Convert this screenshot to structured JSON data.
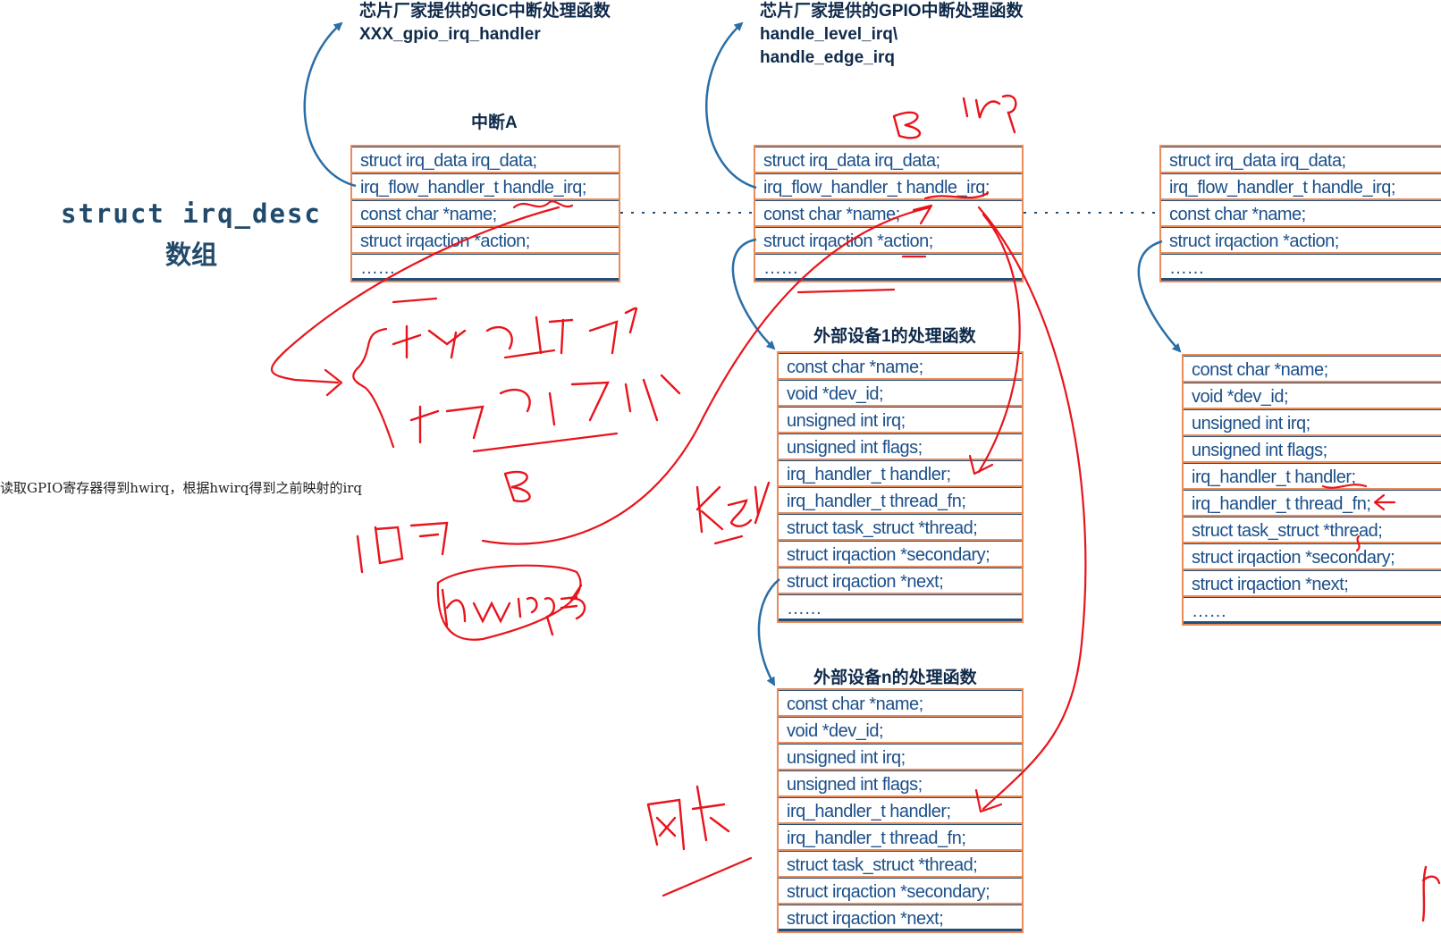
{
  "title": {
    "line1": "struct irq_desc",
    "line2": "数组"
  },
  "note": "读取GPIO寄存器得到hwirq，根据hwirq得到之前映射的irq",
  "labels": {
    "gic_header": "芯片厂家提供的GIC中断处理函数",
    "gic_handler": "XXX_gpio_irq_handler",
    "gpio_header": "芯片厂家提供的GPIO中断处理函数",
    "gpio_handler1": "handle_level_irq\\",
    "gpio_handler2": "handle_edge_irq",
    "irq_a": "中断A",
    "dev1": "外部设备1的处理函数",
    "devn": "外部设备n的处理函数"
  },
  "desc_fields": [
    "struct irq_data irq_data;",
    "irq_flow_handler_t handle_irq;",
    "const char *name;",
    "struct irqaction *action;",
    "……"
  ],
  "action_fields": [
    "const char *name;",
    "void *dev_id;",
    "unsigned int irq;",
    "unsigned int flags;",
    "irq_handler_t handler;",
    "irq_handler_t thread_fn;",
    "struct task_struct *thread;",
    "struct irqaction *secondary;",
    "struct irqaction *next;",
    "……"
  ],
  "colors": {
    "arrow_blue": "#2a6ea6",
    "box_border": "#e98b5a",
    "box_line": "#23507a",
    "field_text": "#1b4f8a",
    "ink_red": "#e8141c"
  }
}
